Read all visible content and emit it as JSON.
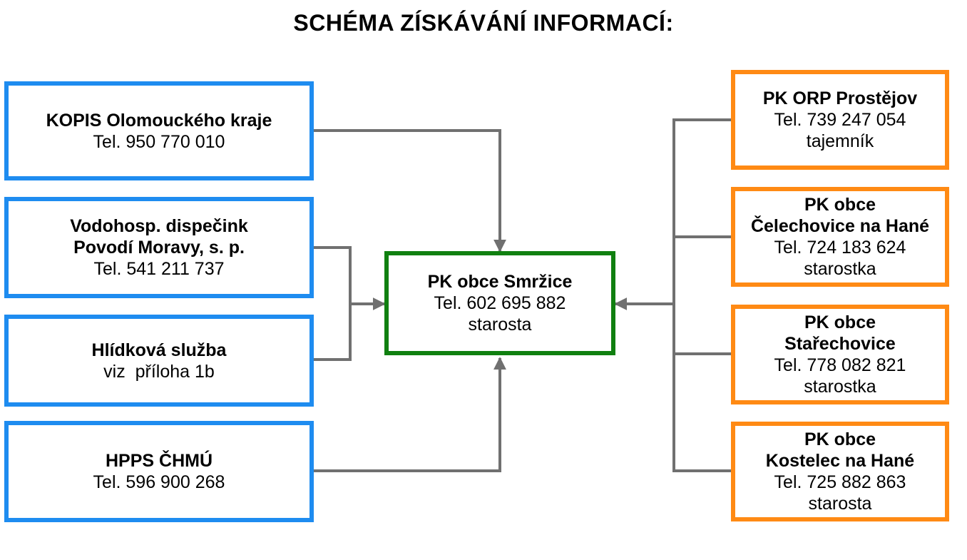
{
  "title": "SCHÉMA ZÍSKÁVÁNÍ INFORMACÍ:",
  "colors": {
    "source_border": "#1e8cf0",
    "center_border": "#108010",
    "municipality_border": "#ff8a14",
    "connector": "#707070"
  },
  "left_boxes": [
    {
      "bold": [
        "KOPIS Olomouckého kraje"
      ],
      "normal": [
        "Tel. 950 770 010"
      ]
    },
    {
      "bold": [
        "Vodohosp. dispečink",
        "Povodí Moravy, s. p."
      ],
      "normal": [
        "Tel. 541 211 737"
      ]
    },
    {
      "bold": [
        "Hlídková služba"
      ],
      "normal": [
        "viz  příloha 1b"
      ]
    },
    {
      "bold": [
        "HPPS ČHMÚ"
      ],
      "normal": [
        "Tel. 596 900 268"
      ]
    }
  ],
  "center_box": {
    "bold": [
      "PK obce Smržice"
    ],
    "normal": [
      "Tel. 602 695 882",
      "starosta"
    ]
  },
  "right_boxes": [
    {
      "bold": [
        "PK ORP Prostějov"
      ],
      "normal": [
        "Tel. 739 247 054",
        "tajemník"
      ]
    },
    {
      "bold": [
        "PK obce",
        "Čelechovice na Hané"
      ],
      "normal": [
        "Tel. 724 183 624",
        "starostka"
      ]
    },
    {
      "bold": [
        "PK obce",
        "Stařechovice"
      ],
      "normal": [
        "Tel. 778 082 821",
        "starostka"
      ]
    },
    {
      "bold": [
        "PK obce",
        "Kostelec na Hané"
      ],
      "normal": [
        "Tel. 725 882 863",
        "starosta"
      ]
    }
  ]
}
